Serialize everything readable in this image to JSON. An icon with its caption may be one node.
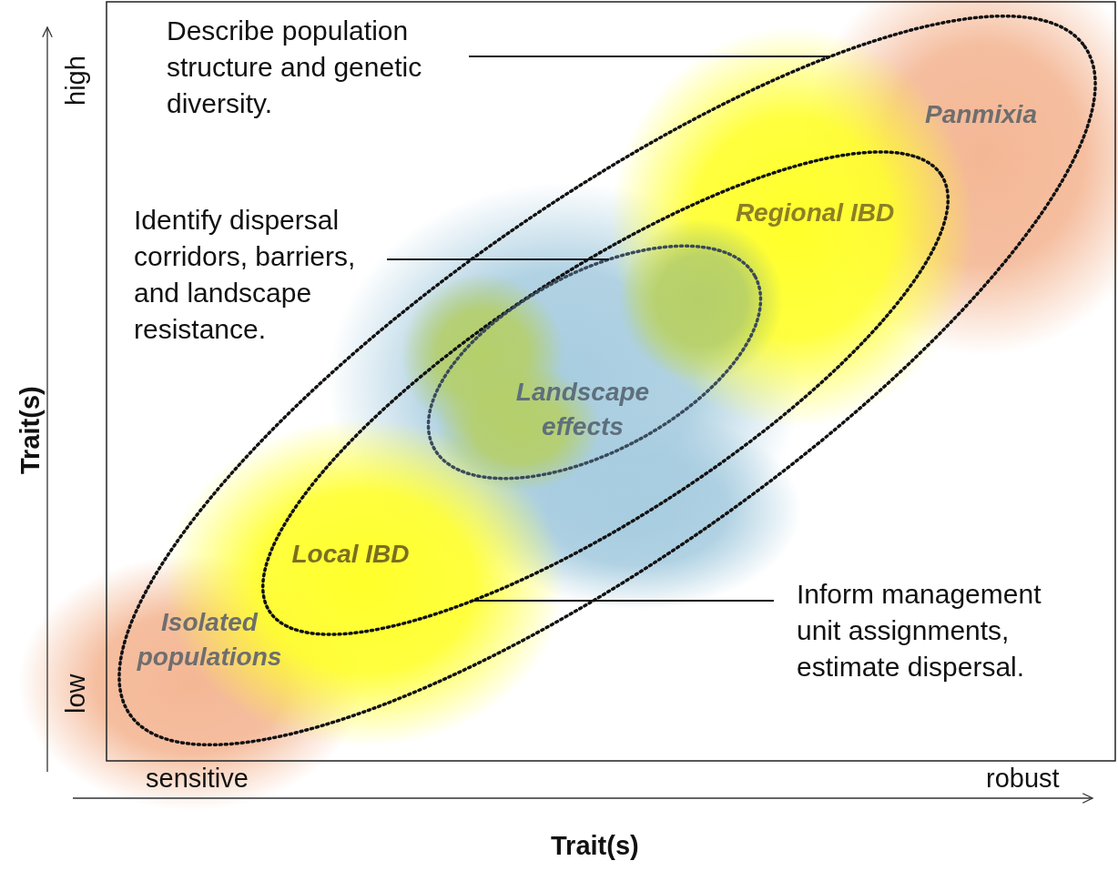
{
  "diagram": {
    "nodes": [
      {
        "text": [],
        "shape": "ellipse"
      },
      {
        "text": [],
        "shape": "ellipse",
        "in": 0
      },
      {
        "text": [],
        "shape": "ellipse",
        "in": 1
      },
      {
        "text": [
          "Describe population structure and genetic diversity."
        ]
      },
      {
        "text": [
          "Identify dispersal corridors, barriers, and landscape resistance."
        ]
      },
      {
        "text": [
          "Inform management unit assignments, estimate dispersal."
        ]
      }
    ],
    "edges": [
      {
        "from": 3,
        "to": 0,
        "arrow": "none"
      },
      {
        "from": 4,
        "to": 2,
        "arrow": "none"
      },
      {
        "from": 5,
        "to": 1,
        "arrow": "none"
      }
    ],
    "labels": [
      "high",
      "low",
      "Trait(s)",
      "sensitive",
      "robust",
      "Trait(s)",
      "Panmixia",
      "Regional IBD",
      "Landscape effects",
      "Local IBD",
      "Isolated populations"
    ]
  }
}
